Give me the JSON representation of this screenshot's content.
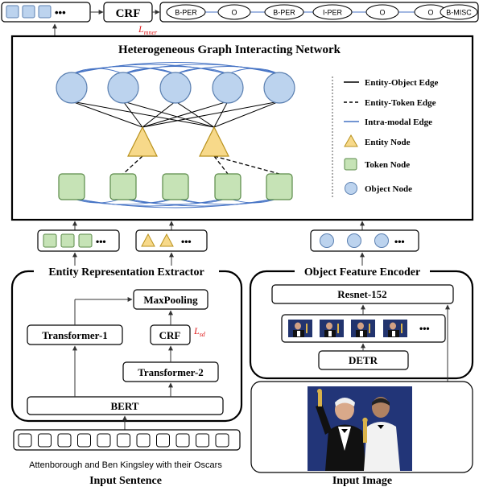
{
  "colors": {
    "object_fill": "#bcd3ee",
    "object_stroke": "#5a7fb0",
    "token_fill": "#c6e3b6",
    "token_stroke": "#5a8a48",
    "entity_fill": "#f7d98a",
    "entity_stroke": "#b8911c",
    "intra_edge": "#4472c4",
    "loss_text": "#e02020",
    "line": "#000000"
  },
  "top": {
    "crf_label": "CRF",
    "loss_label": "L",
    "loss_sub": "mner",
    "ellipsis": "•••",
    "tags": [
      "B-PER",
      "O",
      "B-PER",
      "I-PER",
      "O",
      "O",
      "B-MISC"
    ]
  },
  "hgin": {
    "title": "Heterogeneous Graph Interacting Network",
    "legend": {
      "entity_object_edge": "Entity-Object Edge",
      "entity_token_edge": "Entity-Token Edge",
      "intra_modal_edge": "Intra-modal Edge",
      "entity_node": "Entity Node",
      "token_node": "Token Node",
      "object_node": "Object Node"
    }
  },
  "feature_rows": {
    "ellipsis": "•••"
  },
  "ere": {
    "title": "Entity Representation Extractor",
    "maxpooling": "MaxPooling",
    "transformer1": "Transformer-1",
    "crf": "CRF",
    "loss_label": "L",
    "loss_sub": "sd",
    "transformer2": "Transformer-2",
    "bert": "BERT"
  },
  "ofe": {
    "title": "Object Feature Encoder",
    "resnet": "Resnet-152",
    "detr": "DETR",
    "ellipsis": "•••"
  },
  "inputs": {
    "sentence": "Attenborough and Ben Kingsley with their Oscars",
    "sentence_label": "Input Sentence",
    "image_label": "Input Image"
  }
}
